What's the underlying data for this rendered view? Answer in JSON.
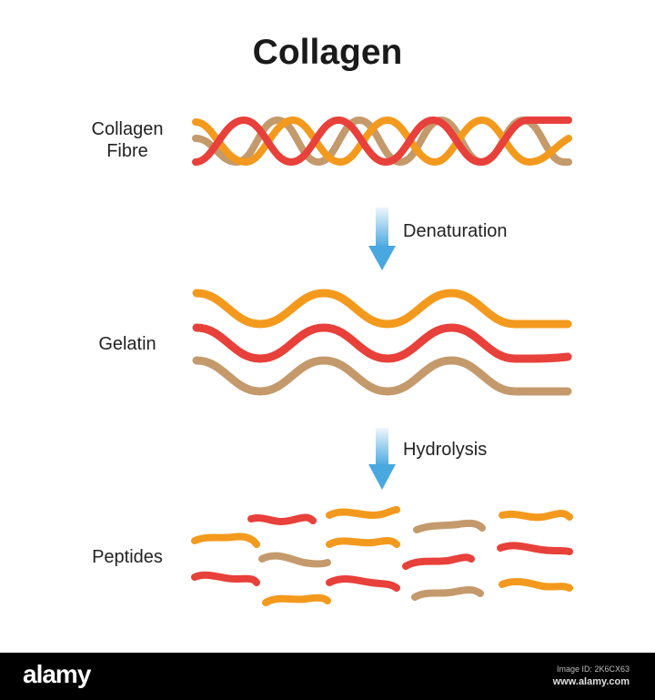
{
  "title": "Collagen",
  "colors": {
    "orange": "#f39a1e",
    "red": "#e8403a",
    "tan": "#c49a6c",
    "arrow_top": "#e6f2fb",
    "arrow_bottom": "#4aa8e0",
    "footer_bg": "#000000"
  },
  "stages": [
    {
      "label_line1": "Collagen",
      "label_line2": "Fibre",
      "depiction": "triple helix of three twisted strands (orange, red, tan)"
    },
    {
      "label": "Gelatin",
      "depiction": "three separated parallel wavy strands (orange, red, tan)"
    },
    {
      "label": "Peptides",
      "depiction": "many short fragmented wavy strands (orange, red, tan)"
    }
  ],
  "processes": [
    {
      "label": "Denaturation",
      "icon": "arrow-down-icon"
    },
    {
      "label": "Hydrolysis",
      "icon": "arrow-down-icon"
    }
  ],
  "footer": {
    "logo": "alamy",
    "image_id": "Image ID: 2K6CX63",
    "site": "www.alamy.com"
  }
}
